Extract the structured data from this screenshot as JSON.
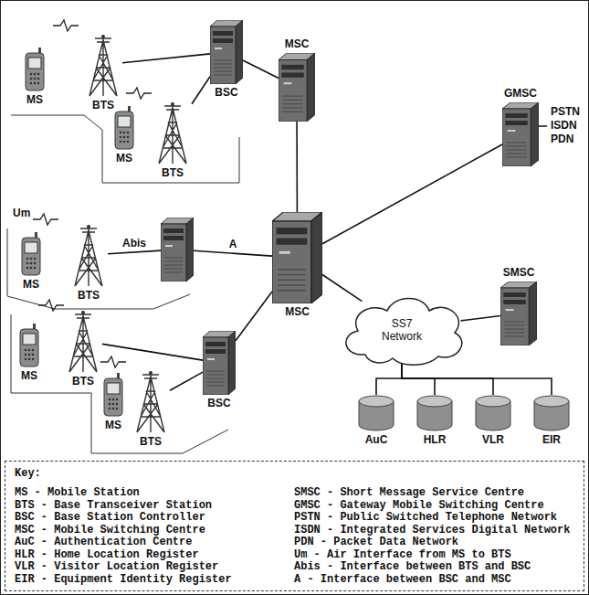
{
  "diagram": {
    "nodes": [
      {
        "text": [
          "MS"
        ]
      },
      {
        "text": [
          "BTS"
        ]
      },
      {
        "text": [
          "BSC"
        ]
      },
      {
        "text": [
          "MSC"
        ]
      },
      {
        "text": [
          "GMSC"
        ]
      },
      {
        "text": [
          "MS"
        ]
      },
      {
        "text": [
          "BTS"
        ]
      },
      {
        "text": [
          "MS"
        ]
      },
      {
        "text": [
          "BTS"
        ]
      },
      {
        "text": []
      },
      {
        "text": [
          "MSC"
        ]
      },
      {
        "text": [
          "MS"
        ]
      },
      {
        "text": [
          "BTS"
        ]
      },
      {
        "text": [
          "SMSC"
        ]
      },
      {
        "text": [
          "SS7 Network"
        ]
      },
      {
        "text": [
          "BSC"
        ]
      },
      {
        "text": [
          "MS"
        ]
      },
      {
        "text": [
          "BTS"
        ]
      },
      {
        "text": [
          "AuC"
        ]
      },
      {
        "text": [
          "HLR"
        ]
      },
      {
        "text": [
          "VLR"
        ]
      },
      {
        "text": [
          "EIR"
        ]
      },
      {
        "text": [
          "Key:",
          "MS - Mobile Station",
          "BTS - Base Transceiver Station",
          "BSC - Base Station Controller",
          "MSC - Mobile Switching Centre",
          "AuC - Authentication Centre",
          "HLR - Home Location Register",
          "VLR - Visitor Location Register",
          "EIR - Equipment Identity Register",
          "SMSC - Short Message Service Centre",
          "GMSC - Gateway Mobile Switching Centre",
          "PSTN - Public Switched Telephone Network",
          "ISDN - Integrated Services Digital Network",
          "PDN - Packet Data Network",
          "Um - Air Interface from MS to BTS",
          "Abis - Interface between BTS and BSC",
          "A - Interface between BSC and MSC"
        ]
      }
    ],
    "edges": [
      {
        "from": 1,
        "to": 2,
        "arrow": "none"
      },
      {
        "from": 6,
        "to": 2,
        "arrow": "none"
      },
      {
        "from": 2,
        "to": 3,
        "arrow": "none"
      },
      {
        "from": 3,
        "to": 10,
        "arrow": "none"
      },
      {
        "from": 8,
        "to": 9,
        "label": "Abis",
        "arrow": "none"
      },
      {
        "from": 9,
        "to": 10,
        "label": "A",
        "arrow": "none"
      },
      {
        "from": 12,
        "to": 15,
        "arrow": "none"
      },
      {
        "from": 17,
        "to": 15,
        "arrow": "none"
      },
      {
        "from": 15,
        "to": 10,
        "arrow": "none"
      },
      {
        "from": 10,
        "to": 4,
        "arrow": "none"
      },
      {
        "from": 10,
        "to": 14,
        "arrow": "none"
      },
      {
        "from": 14,
        "to": 13,
        "arrow": "none"
      },
      {
        "from": 14,
        "to": 18,
        "arrow": "none"
      },
      {
        "from": 14,
        "to": 19,
        "arrow": "none"
      },
      {
        "from": 14,
        "to": 20,
        "arrow": "none"
      },
      {
        "from": 14,
        "to": 21,
        "arrow": "none"
      }
    ],
    "labels": [
      "Um",
      "PSTN",
      "ISDN",
      "PDN"
    ]
  }
}
